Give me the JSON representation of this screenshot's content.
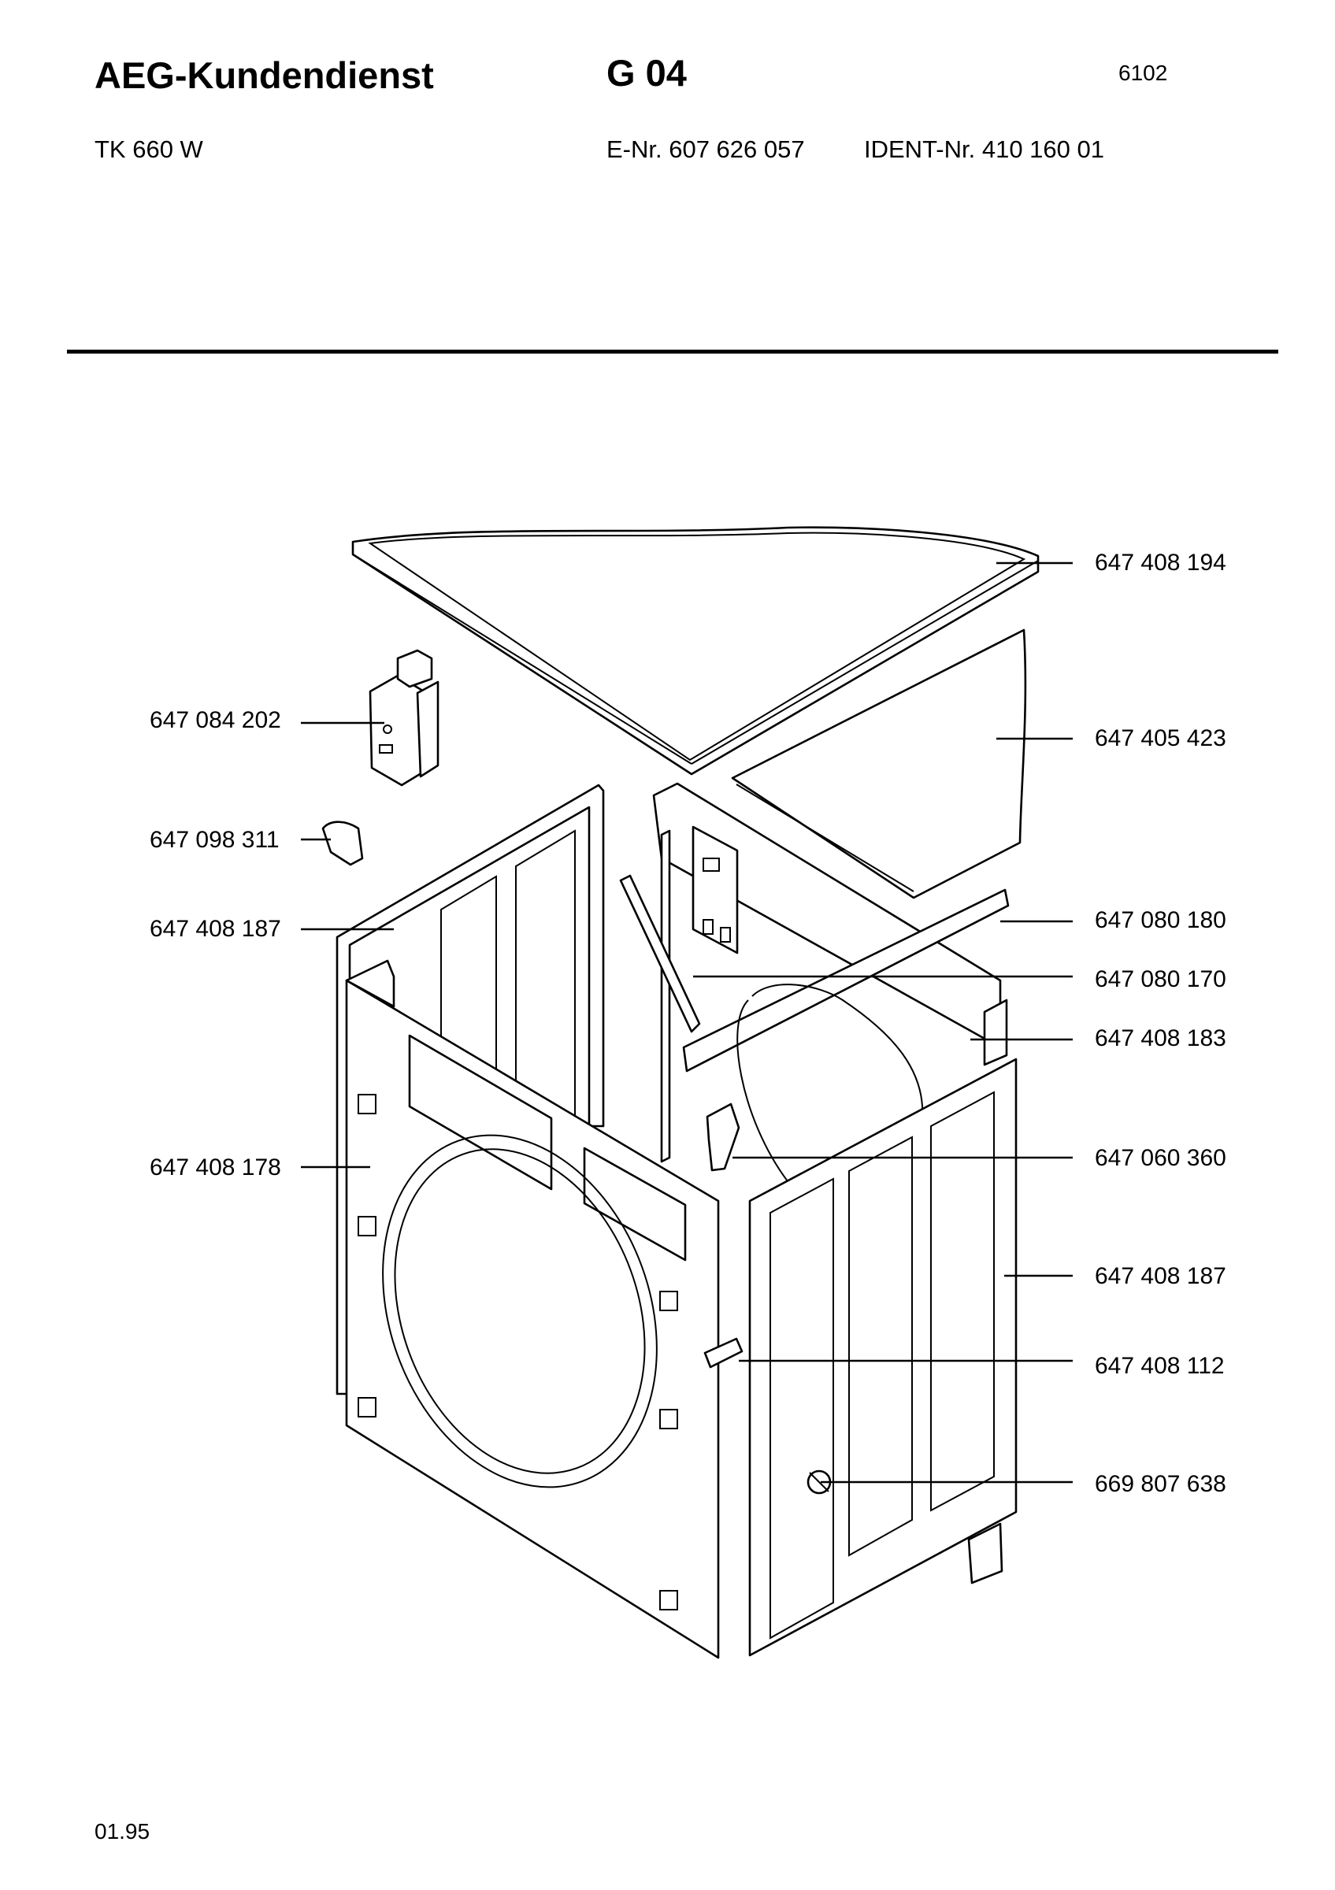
{
  "header": {
    "brand": "AEG-Kundendienst",
    "group": "G 04",
    "sheet_no": "6102",
    "model": "TK 660 W",
    "e_nr": "E-Nr. 607 626 057",
    "ident_nr": "IDENT-Nr. 410 160 01"
  },
  "parts": {
    "left": [
      {
        "number": "647 084 202"
      },
      {
        "number": "647 098 311"
      },
      {
        "number": "647 408 187"
      },
      {
        "number": "647 408 178"
      }
    ],
    "right": [
      {
        "number": "647 408 194"
      },
      {
        "number": "647 405 423"
      },
      {
        "number": "647 080 180"
      },
      {
        "number": "647 080 170"
      },
      {
        "number": "647 408 183"
      },
      {
        "number": "647 060 360"
      },
      {
        "number": "647 408 187"
      },
      {
        "number": "647 408 112"
      },
      {
        "number": "669 807 638"
      }
    ]
  },
  "footer": {
    "date": "01.95"
  }
}
